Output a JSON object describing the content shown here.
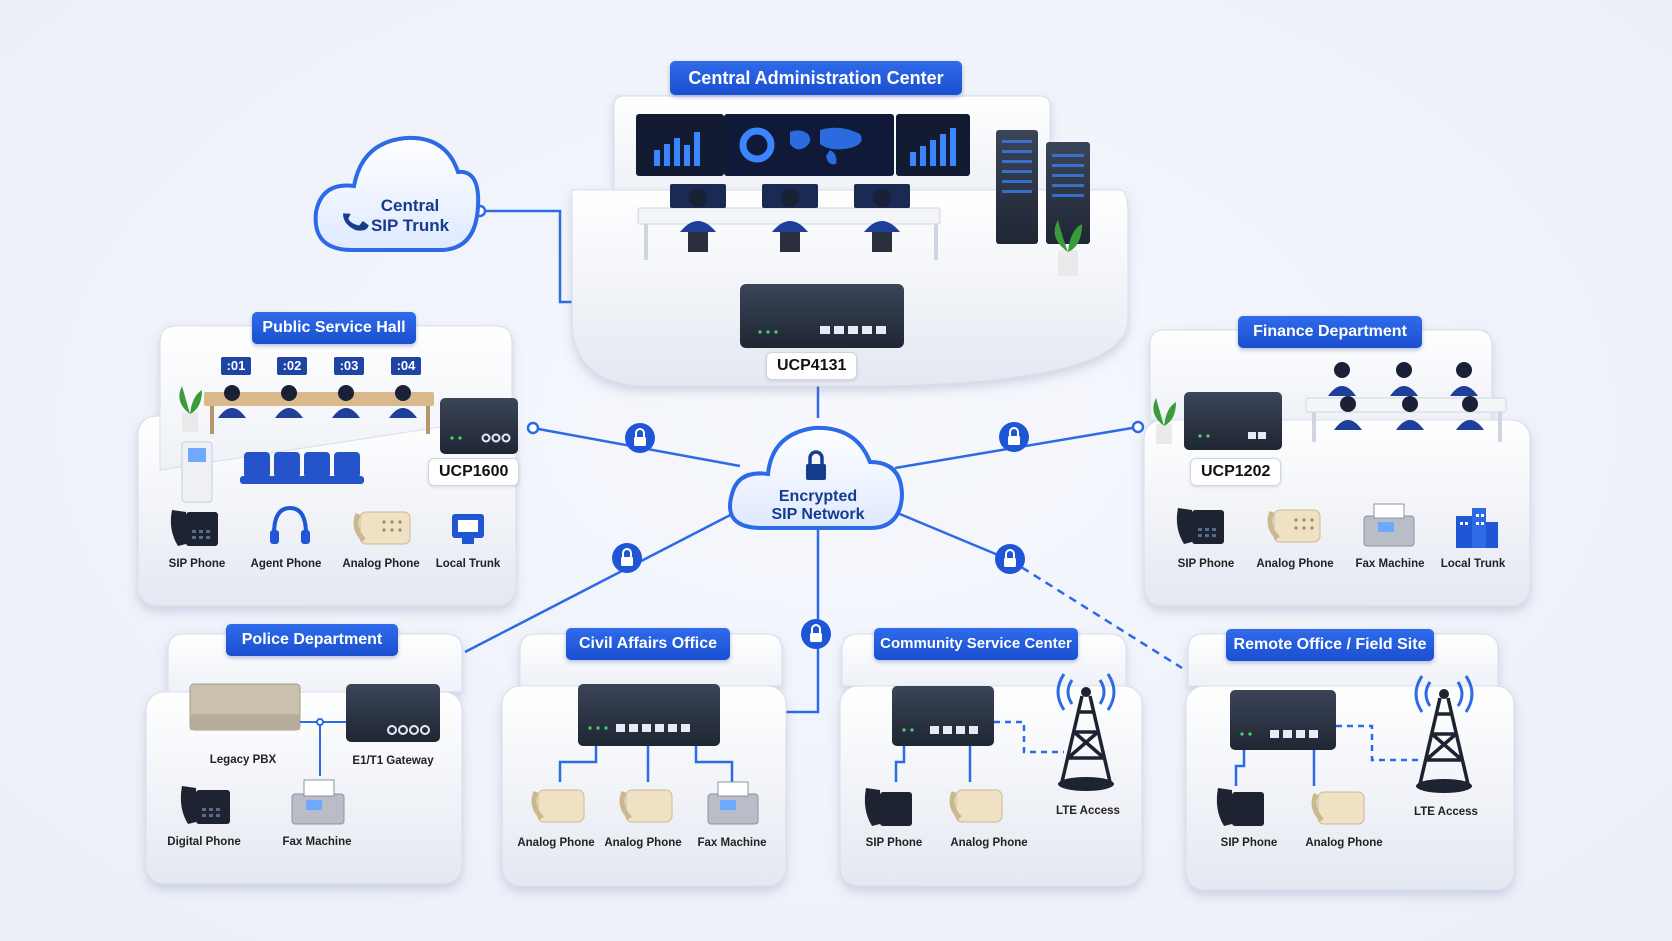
{
  "core": {
    "cloud": {
      "line1": "Encrypted",
      "line2": "SIP Network"
    },
    "trunk": {
      "line1": "Central",
      "line2": "SIP Trunk"
    }
  },
  "sites": {
    "admin": {
      "title": "Central Administration Center",
      "device": "UCP4131"
    },
    "hall": {
      "title": "Public Service Hall",
      "device": "UCP1600",
      "desks": [
        ":01",
        ":02",
        ":03",
        ":04"
      ],
      "devices": [
        "SIP Phone",
        "Agent Phone",
        "Analog Phone",
        "Local Trunk"
      ]
    },
    "finance": {
      "title": "Finance Department",
      "device": "UCP1202",
      "devices": [
        "SIP Phone",
        "Analog Phone",
        "Fax Machine",
        "Local Trunk"
      ]
    },
    "police": {
      "title": "Police Department",
      "devices": [
        "Legacy PBX",
        "E1/T1 Gateway",
        "Digital Phone",
        "Fax Machine"
      ]
    },
    "civil": {
      "title": "Civil Affairs Office",
      "devices": [
        "Analog Phone",
        "Analog Phone",
        "Fax Machine"
      ]
    },
    "community": {
      "title": "Community Service Center",
      "devices": [
        "SIP Phone",
        "Analog Phone",
        "LTE Access"
      ]
    },
    "remote": {
      "title": "Remote Office / Field Site",
      "devices": [
        "SIP Phone",
        "Analog Phone",
        "LTE Access"
      ]
    }
  },
  "colors": {
    "accent": "#1f56d6",
    "link": "#2c6ae6",
    "platform": "#f7f8fb",
    "device": "#2b3344",
    "staff": "#1f3f9a"
  }
}
